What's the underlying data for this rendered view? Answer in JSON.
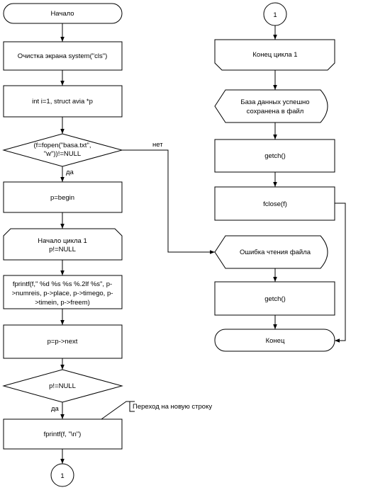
{
  "flowchart": {
    "left": {
      "start": "Начало",
      "clear": "Очистка экрана system(\"cls\")",
      "init": "int i=1, struct avia *p",
      "cond_open_1": "(f=fopen(\"basa.txt\",",
      "cond_open_2": "\"w\"))!=NULL",
      "assign": "p=begin",
      "loop_1": "Начало цикла 1",
      "loop_2": "p!=NULL",
      "print_1": "fprintf(f,\" %d %s %s %.2lf %s\", p-",
      "print_2": ">numreis, p->place, p->timego, p-",
      "print_3": ">timein, p->freem)",
      "next": "p=p->next",
      "cond_null": "p!=NULL",
      "newline": "fprintf(f, \"\\n\")",
      "connector": "1"
    },
    "right": {
      "connector": "1",
      "loop_end": "Конец цикла 1",
      "saved_1": "База данных успешно",
      "saved_2": "сохранена в файл",
      "getch_1": "getch()",
      "fclose": "fclose(f)",
      "error": "Ошибка чтения файла",
      "getch_2": "getch()",
      "end": "Конец"
    },
    "labels": {
      "no": "нет",
      "yes_1": "да",
      "yes_2": "да",
      "comment": "Переход на новую строку"
    }
  }
}
